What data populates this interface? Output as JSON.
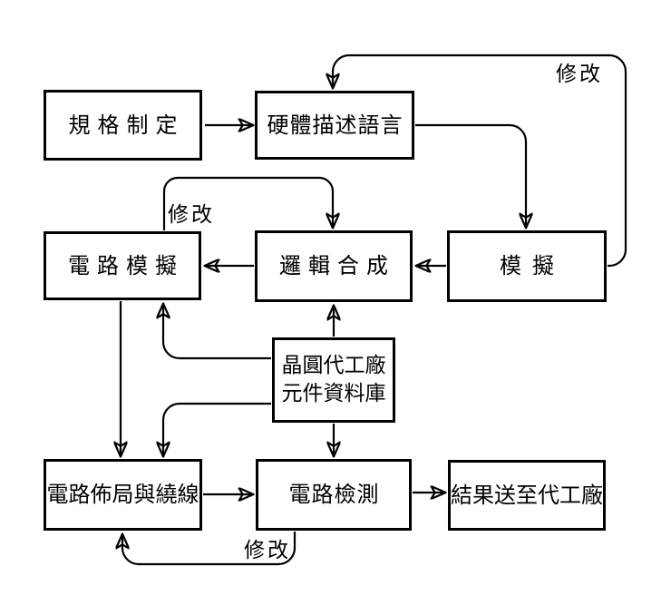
{
  "diagram": {
    "background_color": "#ffffff",
    "line_color": "#000000",
    "box_fill_color": "#ffffff",
    "nodes": {
      "spec": {
        "label": "規格制定"
      },
      "hdl": {
        "label": "硬體描述語言"
      },
      "sim": {
        "label": "模擬"
      },
      "logic_synthesis": {
        "label": "邏輯合成"
      },
      "circuit_sim": {
        "label": "電路模擬"
      },
      "foundry_db": {
        "line1": "晶圓代工廠",
        "line2": "元件資料庫"
      },
      "layout_routing": {
        "label": "電路佈局與繞線"
      },
      "circuit_test": {
        "label": "電路檢測"
      },
      "result": {
        "label": "結果送至代工廠"
      }
    },
    "edge_labels": {
      "modify_top": "修改",
      "modify_mid": "修改",
      "modify_bottom": "修改"
    },
    "edges": [
      {
        "from": "規格制定",
        "to": "硬體描述語言",
        "label": ""
      },
      {
        "from": "硬體描述語言",
        "to": "模擬",
        "label": ""
      },
      {
        "from": "模擬",
        "to": "邏輯合成",
        "label": ""
      },
      {
        "from": "模擬",
        "to": "硬體描述語言",
        "label": "修改"
      },
      {
        "from": "邏輯合成",
        "to": "電路模擬",
        "label": ""
      },
      {
        "from": "電路模擬",
        "to": "邏輯合成",
        "label": "修改"
      },
      {
        "from": "晶圓代工廠元件資料庫",
        "to": "邏輯合成",
        "label": ""
      },
      {
        "from": "晶圓代工廠元件資料庫",
        "to": "電路模擬",
        "label": ""
      },
      {
        "from": "晶圓代工廠元件資料庫",
        "to": "電路檢測",
        "label": ""
      },
      {
        "from": "晶圓代工廠元件資料庫",
        "to": "電路佈局與繞線",
        "label": ""
      },
      {
        "from": "電路模擬",
        "to": "電路佈局與繞線",
        "label": ""
      },
      {
        "from": "電路佈局與繞線",
        "to": "電路檢測",
        "label": ""
      },
      {
        "from": "電路檢測",
        "to": "結果送至代工廠",
        "label": ""
      },
      {
        "from": "電路檢測",
        "to": "電路佈局與繞線",
        "label": "修改"
      }
    ]
  }
}
